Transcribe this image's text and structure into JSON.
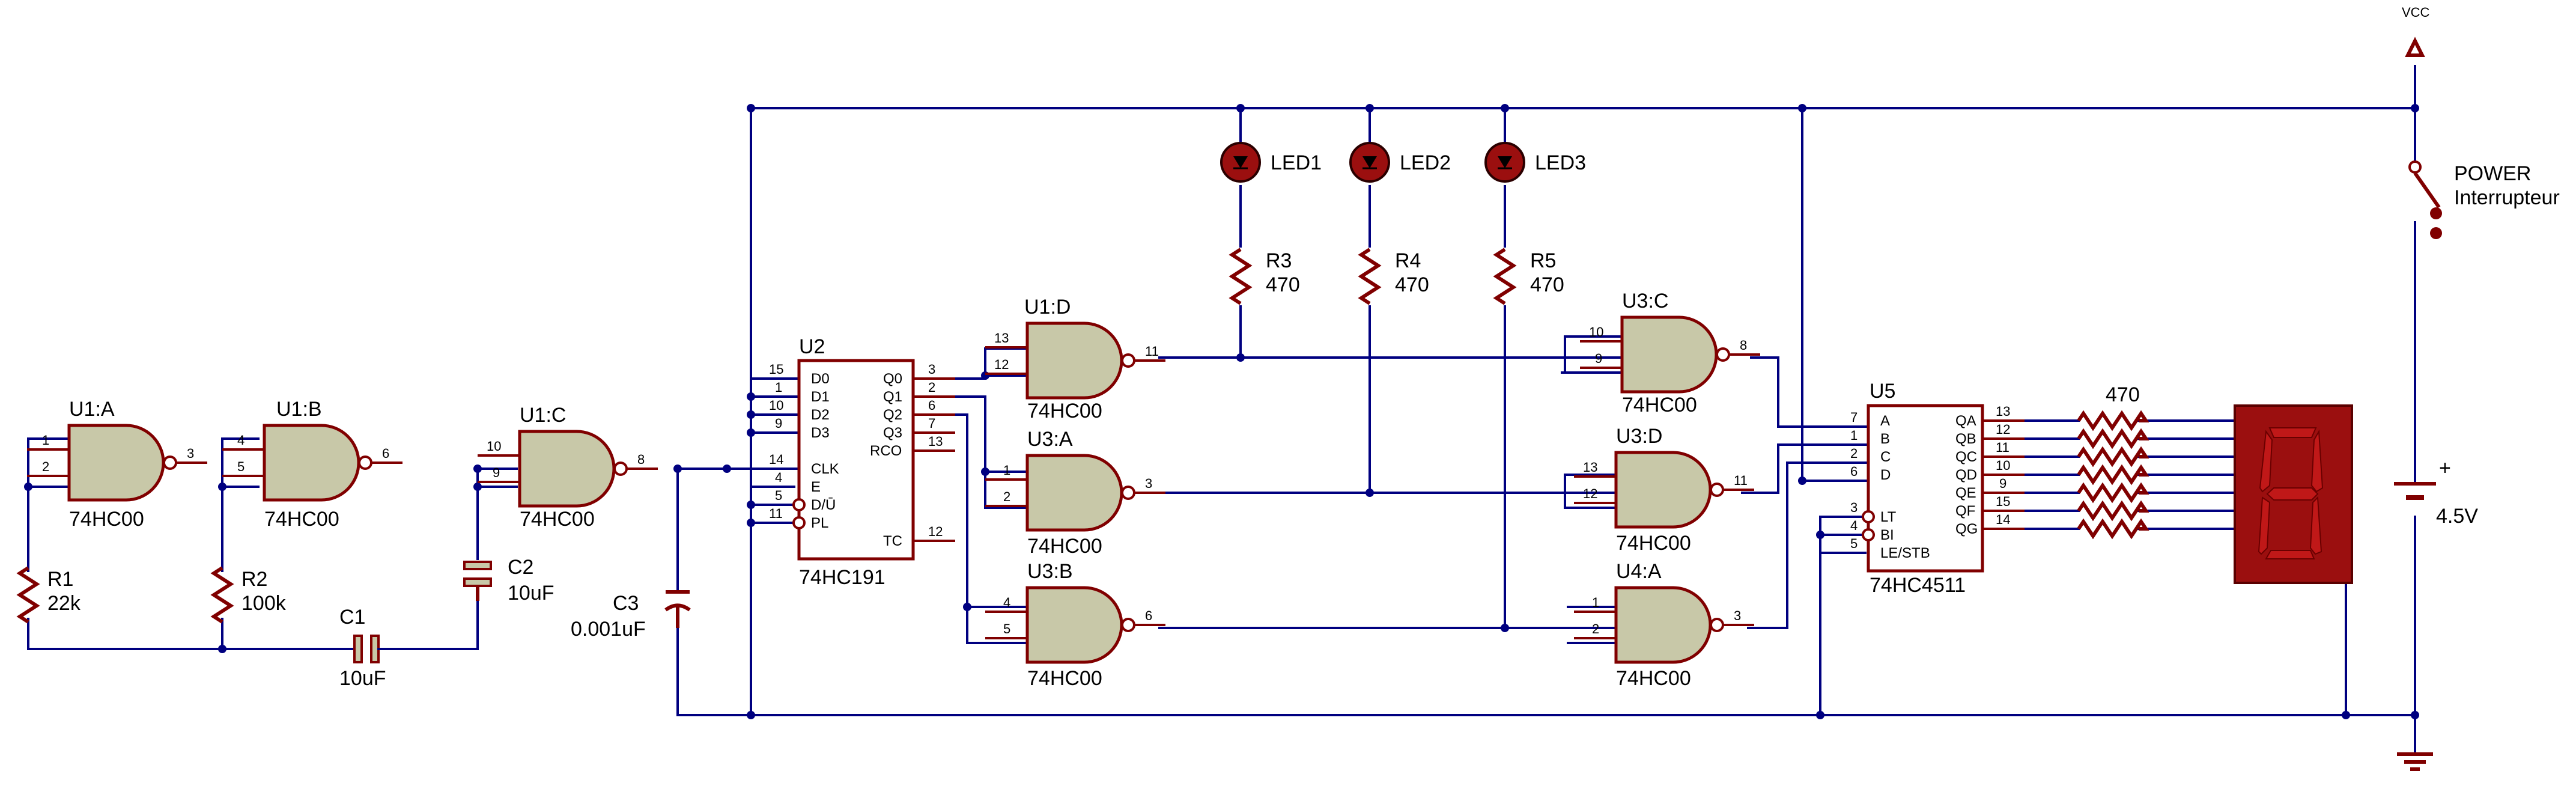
{
  "gates": [
    {
      "ref": "U1:A",
      "value": "74HC00",
      "in1": "1",
      "in2": "2",
      "out": "3"
    },
    {
      "ref": "U1:B",
      "value": "74HC00",
      "in1": "4",
      "in2": "5",
      "out": "6"
    },
    {
      "ref": "U1:C",
      "value": "74HC00",
      "in1": "10",
      "in2": "9",
      "out": "8"
    },
    {
      "ref": "U1:D",
      "value": "74HC00",
      "in1": "13",
      "in2": "12",
      "out": "11"
    },
    {
      "ref": "U3:A",
      "value": "74HC00",
      "in1": "1",
      "in2": "2",
      "out": "3"
    },
    {
      "ref": "U3:B",
      "value": "74HC00",
      "in1": "4",
      "in2": "5",
      "out": "6"
    },
    {
      "ref": "U3:C",
      "value": "74HC00",
      "in1": "10",
      "in2": "9",
      "out": "8"
    },
    {
      "ref": "U3:D",
      "value": "74HC00",
      "in1": "13",
      "in2": "12",
      "out": "11"
    },
    {
      "ref": "U4:A",
      "value": "74HC00",
      "in1": "1",
      "in2": "2",
      "out": "3"
    }
  ],
  "u2": {
    "ref": "U2",
    "value": "74HC191",
    "left_pins": [
      {
        "num": "15",
        "label": "D0"
      },
      {
        "num": "1",
        "label": "D1"
      },
      {
        "num": "10",
        "label": "D2"
      },
      {
        "num": "9",
        "label": "D3"
      },
      {
        "num": "14",
        "label": "CLK"
      },
      {
        "num": "4",
        "label": "E"
      },
      {
        "num": "5",
        "label": "D/Ū"
      },
      {
        "num": "11",
        "label": "PL"
      }
    ],
    "right_pins": [
      {
        "num": "3",
        "label": "Q0"
      },
      {
        "num": "2",
        "label": "Q1"
      },
      {
        "num": "6",
        "label": "Q2"
      },
      {
        "num": "7",
        "label": "Q3"
      },
      {
        "num": "13",
        "label": "RCO"
      },
      {
        "num": "12",
        "label": "TC"
      }
    ]
  },
  "u5": {
    "ref": "U5",
    "value": "74HC4511",
    "left_pins": [
      {
        "num": "7",
        "label": "A"
      },
      {
        "num": "1",
        "label": "B"
      },
      {
        "num": "2",
        "label": "C"
      },
      {
        "num": "6",
        "label": "D"
      },
      {
        "num": "3",
        "label": "LT"
      },
      {
        "num": "4",
        "label": "BI"
      },
      {
        "num": "5",
        "label": "LE/STB"
      }
    ],
    "right_pins": [
      {
        "num": "13",
        "label": "QA"
      },
      {
        "num": "12",
        "label": "QB"
      },
      {
        "num": "11",
        "label": "QC"
      },
      {
        "num": "10",
        "label": "QD"
      },
      {
        "num": "9",
        "label": "QE"
      },
      {
        "num": "15",
        "label": "QF"
      },
      {
        "num": "14",
        "label": "QG"
      }
    ]
  },
  "resistors": [
    {
      "ref": "R1",
      "value": "22k"
    },
    {
      "ref": "R2",
      "value": "100k"
    },
    {
      "ref": "R3",
      "value": "470"
    },
    {
      "ref": "R4",
      "value": "470"
    },
    {
      "ref": "R5",
      "value": "470"
    }
  ],
  "capacitors": [
    {
      "ref": "C1",
      "value": "10uF"
    },
    {
      "ref": "C2",
      "value": "10uF"
    },
    {
      "ref": "C3",
      "value": "0.001uF"
    }
  ],
  "leds": [
    "LED1",
    "LED2",
    "LED3"
  ],
  "resistor_array_label": "470",
  "power": {
    "vcc_label": "VCC",
    "switch_name": "POWER",
    "switch_desc": "Interrupteur",
    "battery_plus": "+",
    "battery_value": "4.5V"
  },
  "colors": {
    "wire": "#000080",
    "component": "#800000",
    "gate_fill": "#c8c8a8",
    "display_bg": "#9b0f0f",
    "display_segment": "#c01818"
  }
}
